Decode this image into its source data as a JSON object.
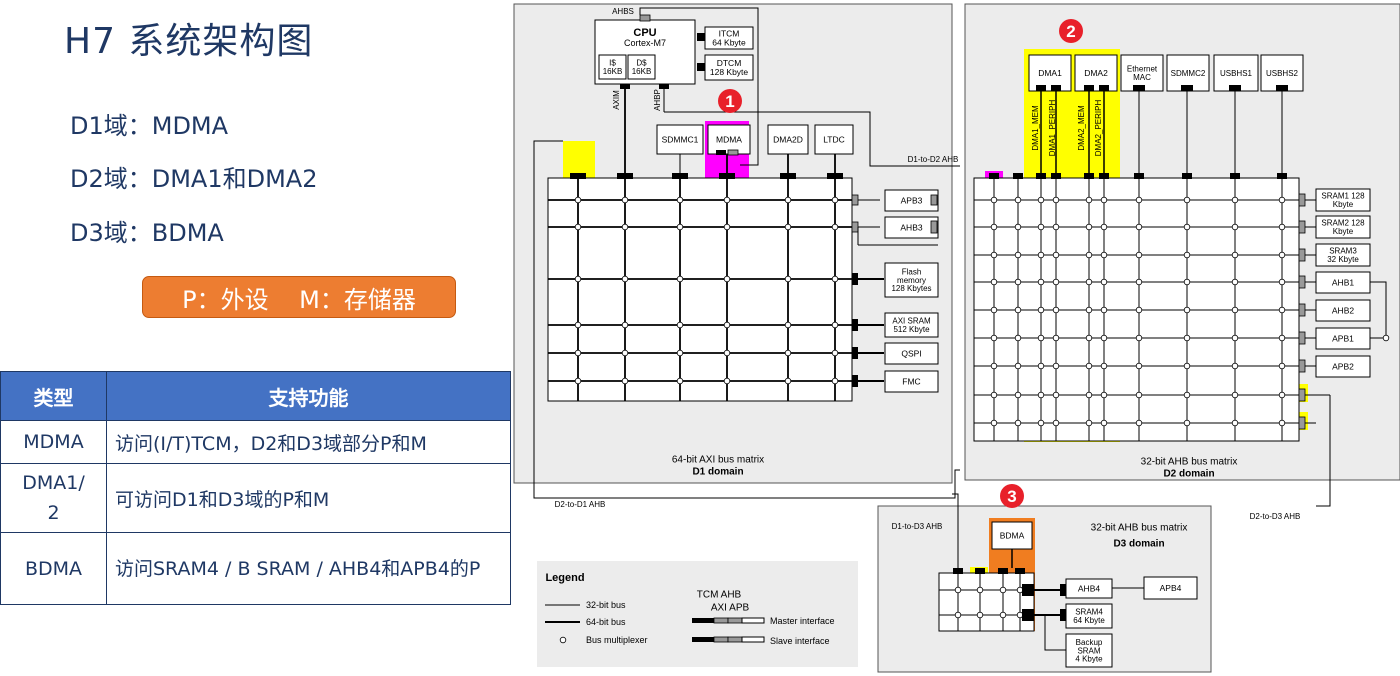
{
  "slide": {
    "title": "H7 系统架构图",
    "domains": [
      "D1域：MDMA",
      "D2域：DMA1和DMA2",
      "D3域：BDMA"
    ],
    "legend_note": "P：外设    M：存储器",
    "accent_color": "#ed7d31",
    "header_color": "#4472c4"
  },
  "table": {
    "headers": [
      "类型",
      "支持功能"
    ],
    "rows": [
      {
        "type": "MDMA",
        "function": "访问(I/T)TCM，D2和D3域部分P和M"
      },
      {
        "type": "DMA1/\n2",
        "function": "可访问D1和D3域的P和M"
      },
      {
        "type": "BDMA",
        "function": "访问SRAM4 / B SRAM / AHB4和APB4的P"
      }
    ]
  },
  "diagram": {
    "cpu": {
      "name": "CPU",
      "core": "Cortex-M7",
      "icache": "I$\n16KB",
      "dcache": "D$\n16KB"
    },
    "itcm": "ITCM\n64 Kbyte",
    "dtcm": "DTCM\n128 Kbyte",
    "bus_labels": {
      "ahbs": "AHBS",
      "axim": "AXIM",
      "ahbp": "AHBP",
      "d1_to_d2": "D1-to-D2 AHB",
      "d2_to_d1": "D2-to-D1 AHB",
      "d1_to_d3": "D1-to-D3 AHB",
      "d2_to_d3": "D2-to-D3 AHB"
    },
    "d1_masters": [
      "SDMMC1",
      "MDMA",
      "DMA2D",
      "LTDC"
    ],
    "d1_slaves": [
      "APB3",
      "AHB3",
      "Flash\nmemory\n128 Kbytes",
      "AXI SRAM\n512 Kbyte",
      "QSPI",
      "FMC"
    ],
    "d1_matrix": "64-bit AXI bus matrix",
    "d1_domain": "D1 domain",
    "d2_masters": [
      "DMA1",
      "DMA2",
      "Ethernet\nMAC",
      "SDMMC2",
      "USBHS1",
      "USBHS2"
    ],
    "d2_ports": [
      "DMA1_MEM",
      "DMA1_PERIPH",
      "DMA2_MEM",
      "DMA2_PERIPH"
    ],
    "d2_slaves": [
      "SRAM1 128\nKbyte",
      "SRAM2 128\nKbyte",
      "SRAM3\n32 Kbyte",
      "AHB1",
      "AHB2",
      "APB1",
      "APB2"
    ],
    "d2_matrix": "32-bit AHB bus matrix",
    "d2_domain": "D2 domain",
    "d3_master": "BDMA",
    "d3_slaves": [
      "AHB4",
      "APB4",
      "SRAM4\n64 Kbyte",
      "Backup\nSRAM\n4 Kbyte"
    ],
    "d3_matrix": "32-bit AHB bus matrix",
    "d3_domain": "D3 domain",
    "badges": [
      "1",
      "2",
      "3"
    ],
    "legend": {
      "title": "Legend",
      "items": [
        "32-bit bus",
        "64-bit bus",
        "Bus multiplexer"
      ],
      "header": "TCM   AHB",
      "subheader": "AXI   APB",
      "master": "Master interface",
      "slave": "Slave interface"
    },
    "colors": {
      "highlight_yellow": "#ffff00",
      "highlight_magenta": "#ff00ff",
      "highlight_orange": "#f07d20",
      "badge_red": "#e8202a",
      "domain_bg": "#ececec"
    }
  }
}
